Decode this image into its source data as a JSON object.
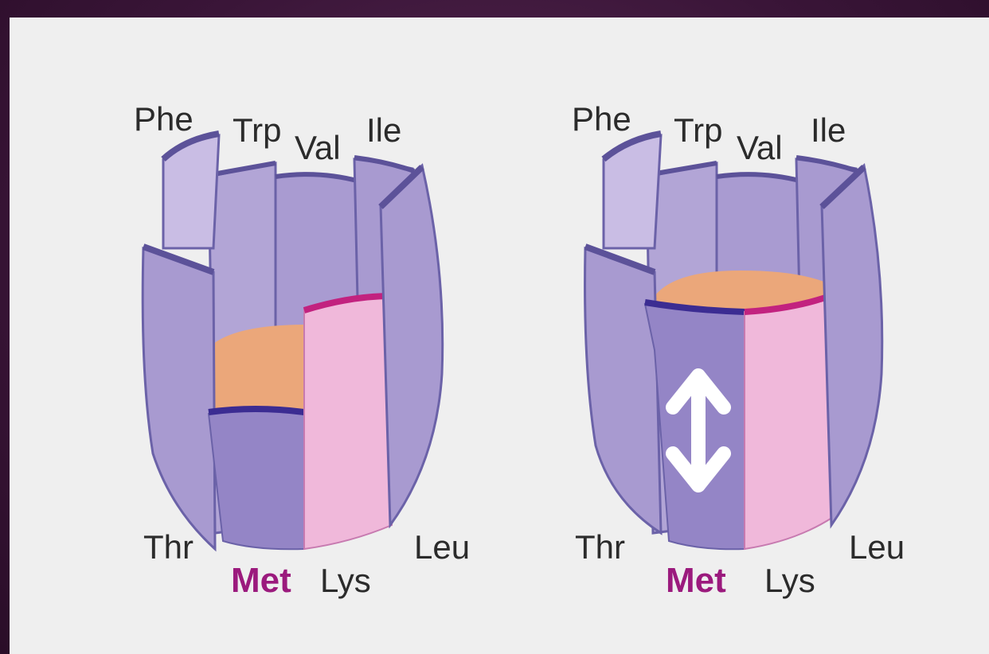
{
  "colors": {
    "frame": "#3a1538",
    "panel": "#efefef",
    "stave": "#a89ad0",
    "stave_inner": "#b7aad9",
    "stave_edge": "#6b62a8",
    "stave_dark": "#8a7ec0",
    "phe_light": "#c9bde4",
    "floor": "#eba77a",
    "met_stave": "#9485c6",
    "lys_stave": "#f0b8da",
    "lys_rim": "#c2227f",
    "met_rim": "#3b2c92",
    "label": "#2b2b2b",
    "met_label": "#9b1a7d",
    "arrow": "#ffffff"
  },
  "diagrams": [
    {
      "id": "open",
      "labels": {
        "phe": "Phe",
        "trp": "Trp",
        "val": "Val",
        "ile": "Ile",
        "thr": "Thr",
        "met": "Met",
        "lys": "Lys",
        "leu": "Leu"
      }
    },
    {
      "id": "raised",
      "arrow": "double-headed-vertical-arrow",
      "labels": {
        "phe": "Phe",
        "trp": "Trp",
        "val": "Val",
        "ile": "Ile",
        "thr": "Thr",
        "met": "Met",
        "lys": "Lys",
        "leu": "Leu"
      }
    }
  ]
}
